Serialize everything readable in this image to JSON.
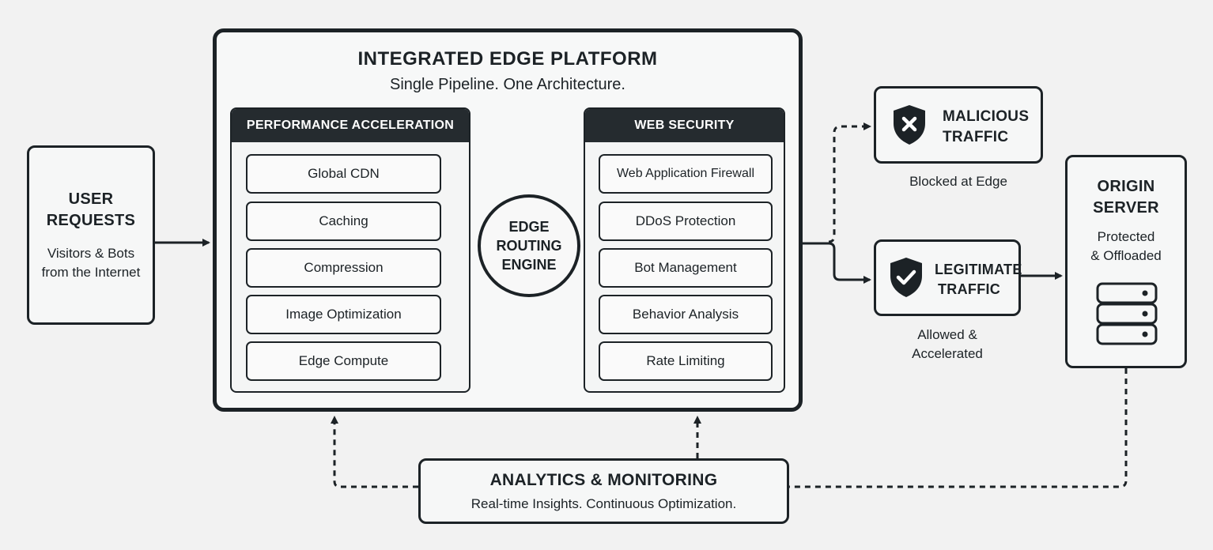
{
  "user_requests": {
    "title_line1": "USER",
    "title_line2": "REQUESTS",
    "desc_line1": "Visitors & Bots",
    "desc_line2": "from the Internet"
  },
  "platform": {
    "title": "INTEGRATED EDGE PLATFORM",
    "subtitle": "Single Pipeline. One Architecture."
  },
  "performance": {
    "header": "PERFORMANCE ACCELERATION",
    "items": [
      "Global CDN",
      "Caching",
      "Compression",
      "Image Optimization",
      "Edge Compute"
    ]
  },
  "routing": {
    "line1": "EDGE",
    "line2": "ROUTING",
    "line3": "ENGINE"
  },
  "security": {
    "header": "WEB SECURITY",
    "items": [
      "Web Application Firewall",
      "DDoS Protection",
      "Bot Management",
      "Behavior Analysis",
      "Rate Limiting"
    ]
  },
  "malicious": {
    "title_line1": "MALICIOUS",
    "title_line2": "TRAFFIC",
    "caption": "Blocked at Edge",
    "icon": "shield-x-icon"
  },
  "legitimate": {
    "title_line1": "LEGITIMATE",
    "title_line2": "TRAFFIC",
    "caption_line1": "Allowed &",
    "caption_line2": "Accelerated",
    "icon": "shield-check-icon"
  },
  "origin": {
    "title_line1": "ORIGIN",
    "title_line2": "SERVER",
    "desc_line1": "Protected",
    "desc_line2": "& Offloaded",
    "icon": "server-icon"
  },
  "analytics": {
    "title": "ANALYTICS & MONITORING",
    "subtitle": "Real-time Insights. Continuous Optimization."
  },
  "colors": {
    "ink": "#1c2226",
    "header_fill": "#252b2f",
    "background": "#f2f2f2"
  }
}
